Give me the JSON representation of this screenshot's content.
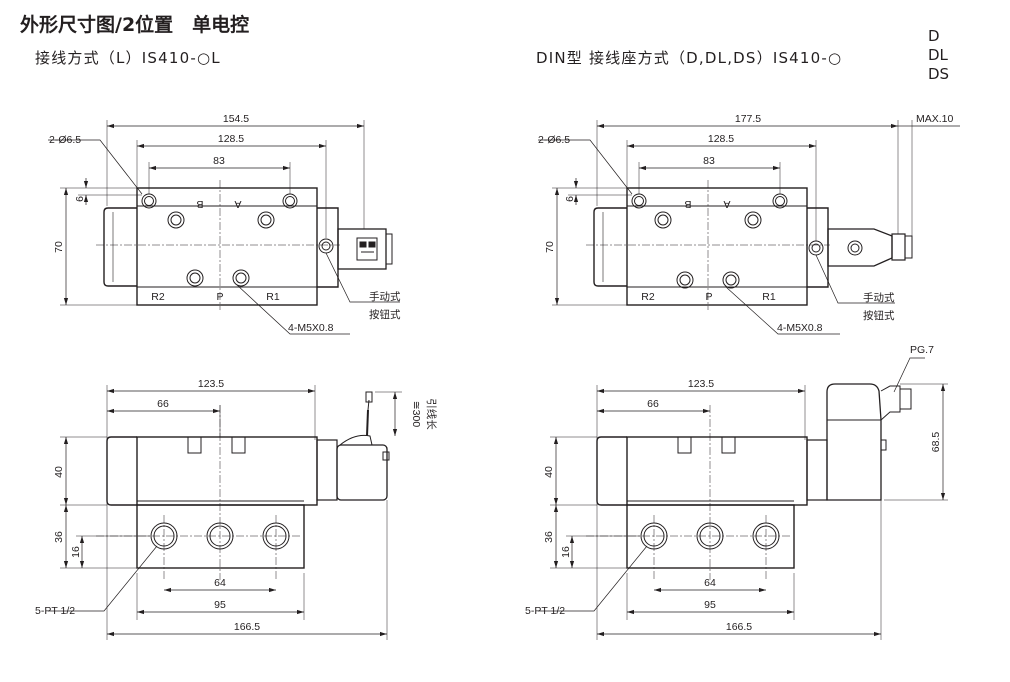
{
  "title": "外形尺寸图/2位置　单电控",
  "left": {
    "subtitle": "接线方式（L）IS410-○L",
    "top_view": {
      "dim_overall": "154.5",
      "dim_body": "128.5",
      "dim_ports": "83",
      "dim_6": "6",
      "dim_70": "70",
      "hole_label": "2-Ø6.5",
      "port_b": "B",
      "port_a": "A",
      "port_r2": "R2",
      "port_p": "P",
      "port_r1": "R1",
      "manual_1": "手动式",
      "manual_2": "按钮式",
      "thread_label": "4-M5X0.8"
    },
    "front_view": {
      "dim_123": "123.5",
      "dim_66": "66",
      "dim_40": "40",
      "dim_36": "36",
      "dim_16": "16",
      "dim_64": "64",
      "dim_95": "95",
      "dim_166": "166.5",
      "lead_len": "≅300",
      "lead_label": "引线长",
      "pt_label": "5-PT 1/2"
    }
  },
  "right": {
    "subtitle": "DIN型 接线座方式（D,DL,DS）IS410-○",
    "variants": [
      "D",
      "DL",
      "DS"
    ],
    "top_view": {
      "dim_overall": "177.5",
      "dim_max": "MAX.10",
      "dim_body": "128.5",
      "dim_ports": "83",
      "dim_6": "6",
      "dim_70": "70",
      "hole_label": "2-Ø6.5",
      "port_b": "B",
      "port_a": "A",
      "port_r2": "R2",
      "port_p": "P",
      "port_r1": "R1",
      "manual_1": "手动式",
      "manual_2": "按钮式",
      "thread_label": "4-M5X0.8"
    },
    "front_view": {
      "dim_123": "123.5",
      "dim_66": "66",
      "dim_40": "40",
      "dim_36": "36",
      "dim_16": "16",
      "dim_64": "64",
      "dim_95": "95",
      "dim_166": "166.5",
      "dim_685": "68.5",
      "pg_label": "PG.7",
      "pt_label": "5-PT 1/2"
    }
  }
}
